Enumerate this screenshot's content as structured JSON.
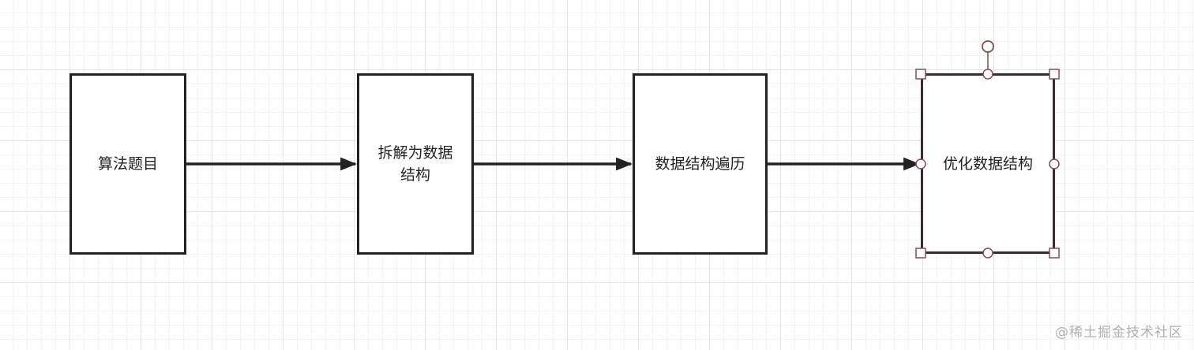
{
  "diagram": {
    "nodes": [
      {
        "id": "n1",
        "label": "算法题目"
      },
      {
        "id": "n2",
        "label": "拆解为数据结构"
      },
      {
        "id": "n3",
        "label": "数据结构遍历"
      },
      {
        "id": "n4",
        "label": "优化数据结构"
      }
    ],
    "edges": [
      {
        "from": "n1",
        "to": "n2"
      },
      {
        "from": "n2",
        "to": "n3"
      },
      {
        "from": "n3",
        "to": "n4"
      }
    ],
    "selected_node": "n4"
  },
  "colors": {
    "edge": "#222222",
    "node_border": "#222222",
    "selection_handle": "#8a4a4f"
  },
  "watermark": "@稀土掘金技术社区"
}
